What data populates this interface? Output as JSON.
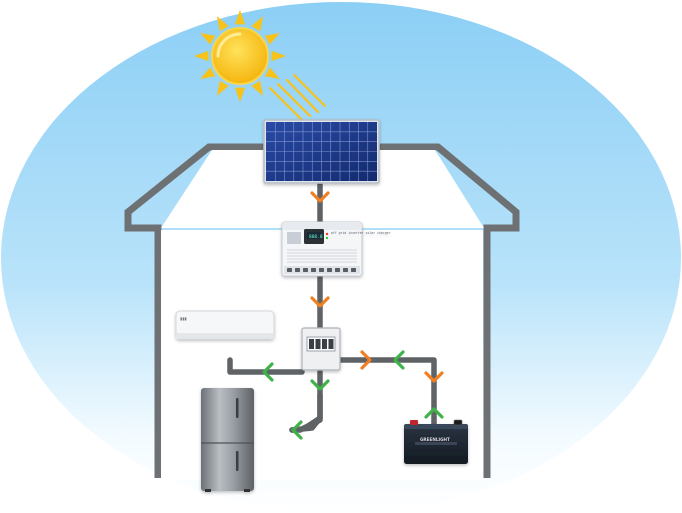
{
  "diagram": {
    "inverter_label": "off grid inverter solar charger",
    "inverter_display": "888.8",
    "battery_brand": "GREENLIGHT"
  },
  "colors": {
    "sky_top": "#8fd0f5",
    "sky_bottom": "#ffffff",
    "house_outline": "#6e7174",
    "pipe": "#5f6366",
    "arrow_solar_flow": "#f07f22",
    "arrow_load_flow": "#3fb24a",
    "sun": "#f7c21a",
    "panel": "#1f3a8a"
  },
  "icons": [
    "sun-icon",
    "solar-panel-icon",
    "inverter-icon",
    "air-conditioner-icon",
    "distribution-box-icon",
    "refrigerator-icon",
    "battery-icon"
  ]
}
